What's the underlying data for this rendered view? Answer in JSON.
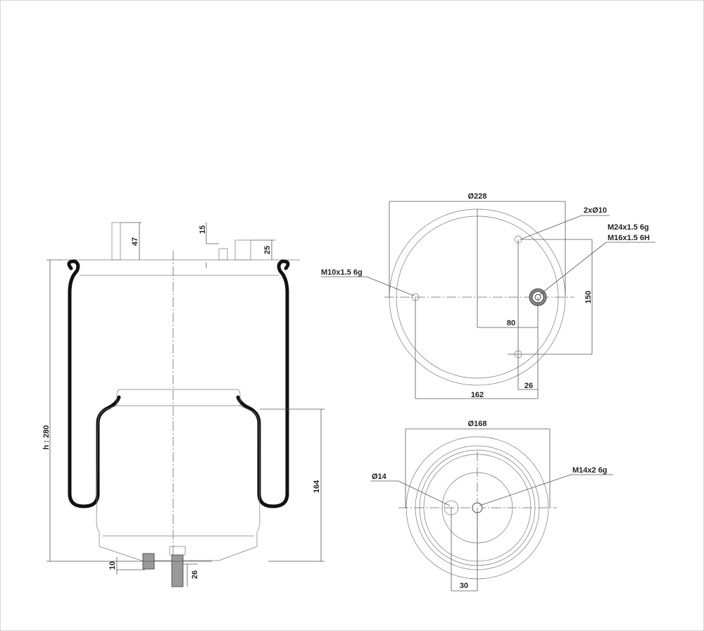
{
  "side_view": {
    "height_label": "h : 280",
    "dim_47": "47",
    "dim_15": "15",
    "dim_25": "25",
    "dim_164": "164",
    "dim_10": "10",
    "dim_26": "26"
  },
  "top_view": {
    "diameter": "Ø228",
    "holes": "2xØ10",
    "thread_outer": "M24x1.5 6g",
    "thread_inner": "M16x1.5 6H",
    "side_thread": "M10x1.5 6g",
    "dim_150": "150",
    "dim_80": "80",
    "dim_162": "162",
    "dim_26": "26"
  },
  "bottom_view": {
    "diameter": "Ø168",
    "hole": "Ø14",
    "thread": "M14x2 6g",
    "dim_30": "30"
  }
}
